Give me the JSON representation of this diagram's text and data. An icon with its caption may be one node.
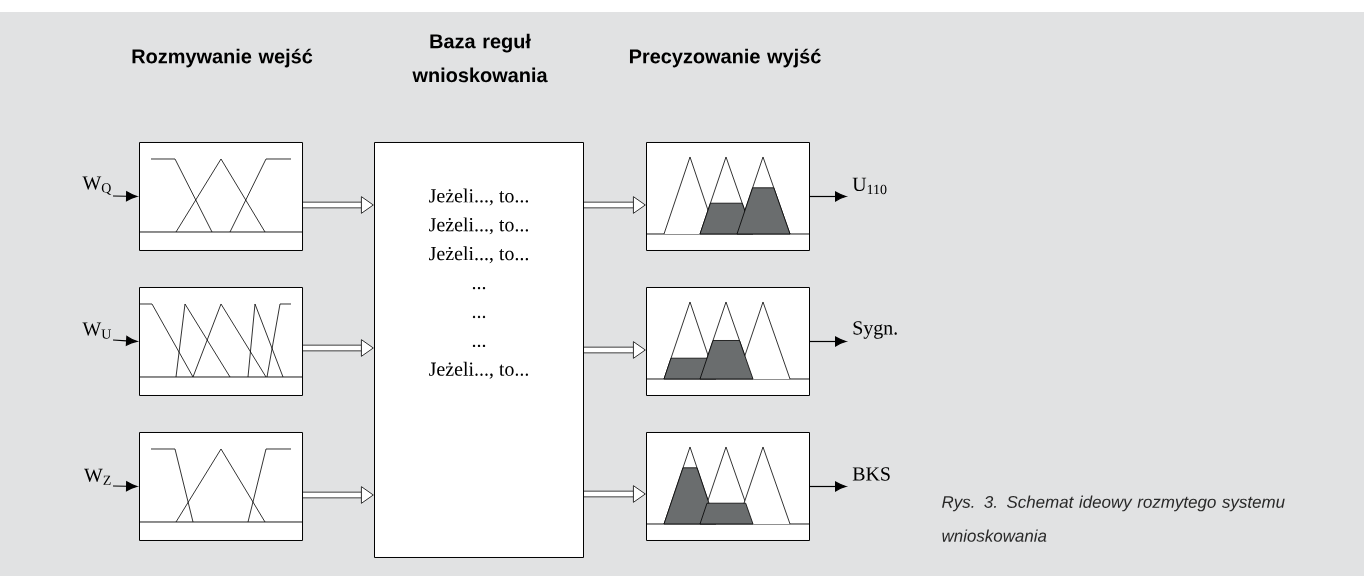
{
  "diagram": {
    "caption": "Rys. 3. Schemat ideowy rozmytego systemu wnioskowania",
    "nodes": [
      {
        "text": [
          "W$_{Q}$"
        ]
      },
      {
        "text": [
          "W$_{U}$"
        ]
      },
      {
        "text": [
          "W$_{Z}$"
        ]
      },
      {
        "text": [],
        "shape": "box"
      },
      {
        "text": [],
        "shape": "box"
      },
      {
        "text": [],
        "shape": "box"
      },
      {
        "text": [
          "Jeżeli..., to...",
          "Jeżeli..., to...",
          "Jeżeli..., to...",
          "...",
          "...",
          "...",
          "Jeżeli..., to..."
        ]
      },
      {
        "text": [],
        "shape": "box"
      },
      {
        "text": [],
        "shape": "box"
      },
      {
        "text": [],
        "shape": "box"
      },
      {
        "text": [
          "U$_{110}$"
        ]
      },
      {
        "text": [
          "Sygn."
        ]
      },
      {
        "text": [
          "BKS"
        ]
      }
    ],
    "edges": [
      {
        "from": 0,
        "to": 3,
        "arrow": "to"
      },
      {
        "from": 1,
        "to": 4,
        "arrow": "to"
      },
      {
        "from": 2,
        "to": 5,
        "arrow": "to"
      },
      {
        "from": 3,
        "to": 6,
        "arrow": "to",
        "style": "thick"
      },
      {
        "from": 4,
        "to": 6,
        "arrow": "to",
        "style": "thick"
      },
      {
        "from": 5,
        "to": 6,
        "arrow": "to",
        "style": "thick"
      },
      {
        "from": 6,
        "to": 7,
        "arrow": "to",
        "style": "thick"
      },
      {
        "from": 6,
        "to": 8,
        "arrow": "to",
        "style": "thick"
      },
      {
        "from": 6,
        "to": 9,
        "arrow": "to",
        "style": "thick"
      },
      {
        "from": 7,
        "to": 10,
        "arrow": "to"
      },
      {
        "from": 8,
        "to": 11,
        "arrow": "to"
      },
      {
        "from": 9,
        "to": 12,
        "arrow": "to"
      }
    ],
    "labels": [
      "Rozmywanie wejść",
      "Baza reguł wnioskowania",
      "Precyzowanie wyjść"
    ]
  }
}
